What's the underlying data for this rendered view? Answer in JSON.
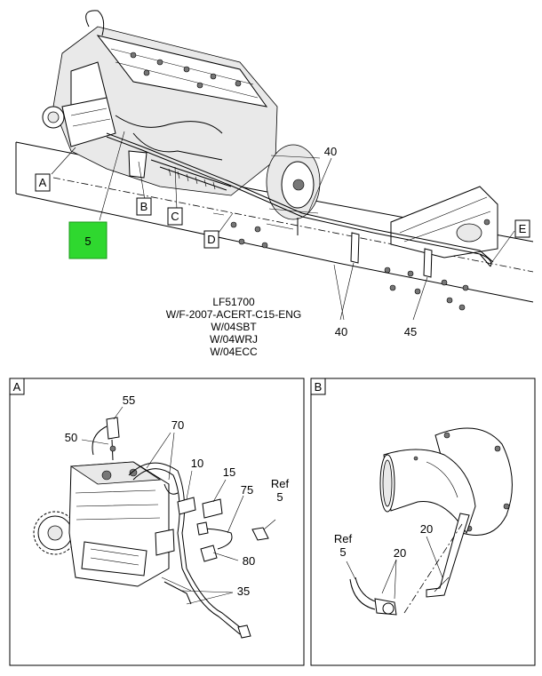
{
  "main_view": {
    "callouts": {
      "A": "A",
      "B": "B",
      "C": "C",
      "D": "D",
      "E": "E",
      "n5": "5",
      "n40_top": "40",
      "n40_bottom": "40",
      "n45": "45"
    },
    "highlight_color": "#2fd82f",
    "caption": [
      "LF51700",
      "W/F-2007-ACERT-C15-ENG",
      "W/04SBT",
      "W/04WRJ",
      "W/04ECC"
    ]
  },
  "detail_a": {
    "tag": "A",
    "callouts": {
      "n55": "55",
      "n50": "50",
      "n70": "70",
      "n10": "10",
      "n15": "15",
      "n75": "75",
      "ref": "Ref",
      "ref5": "5",
      "n80": "80",
      "n35": "35"
    }
  },
  "detail_b": {
    "tag": "B",
    "callouts": {
      "ref": "Ref",
      "ref5": "5",
      "n20a": "20",
      "n20b": "20"
    }
  }
}
